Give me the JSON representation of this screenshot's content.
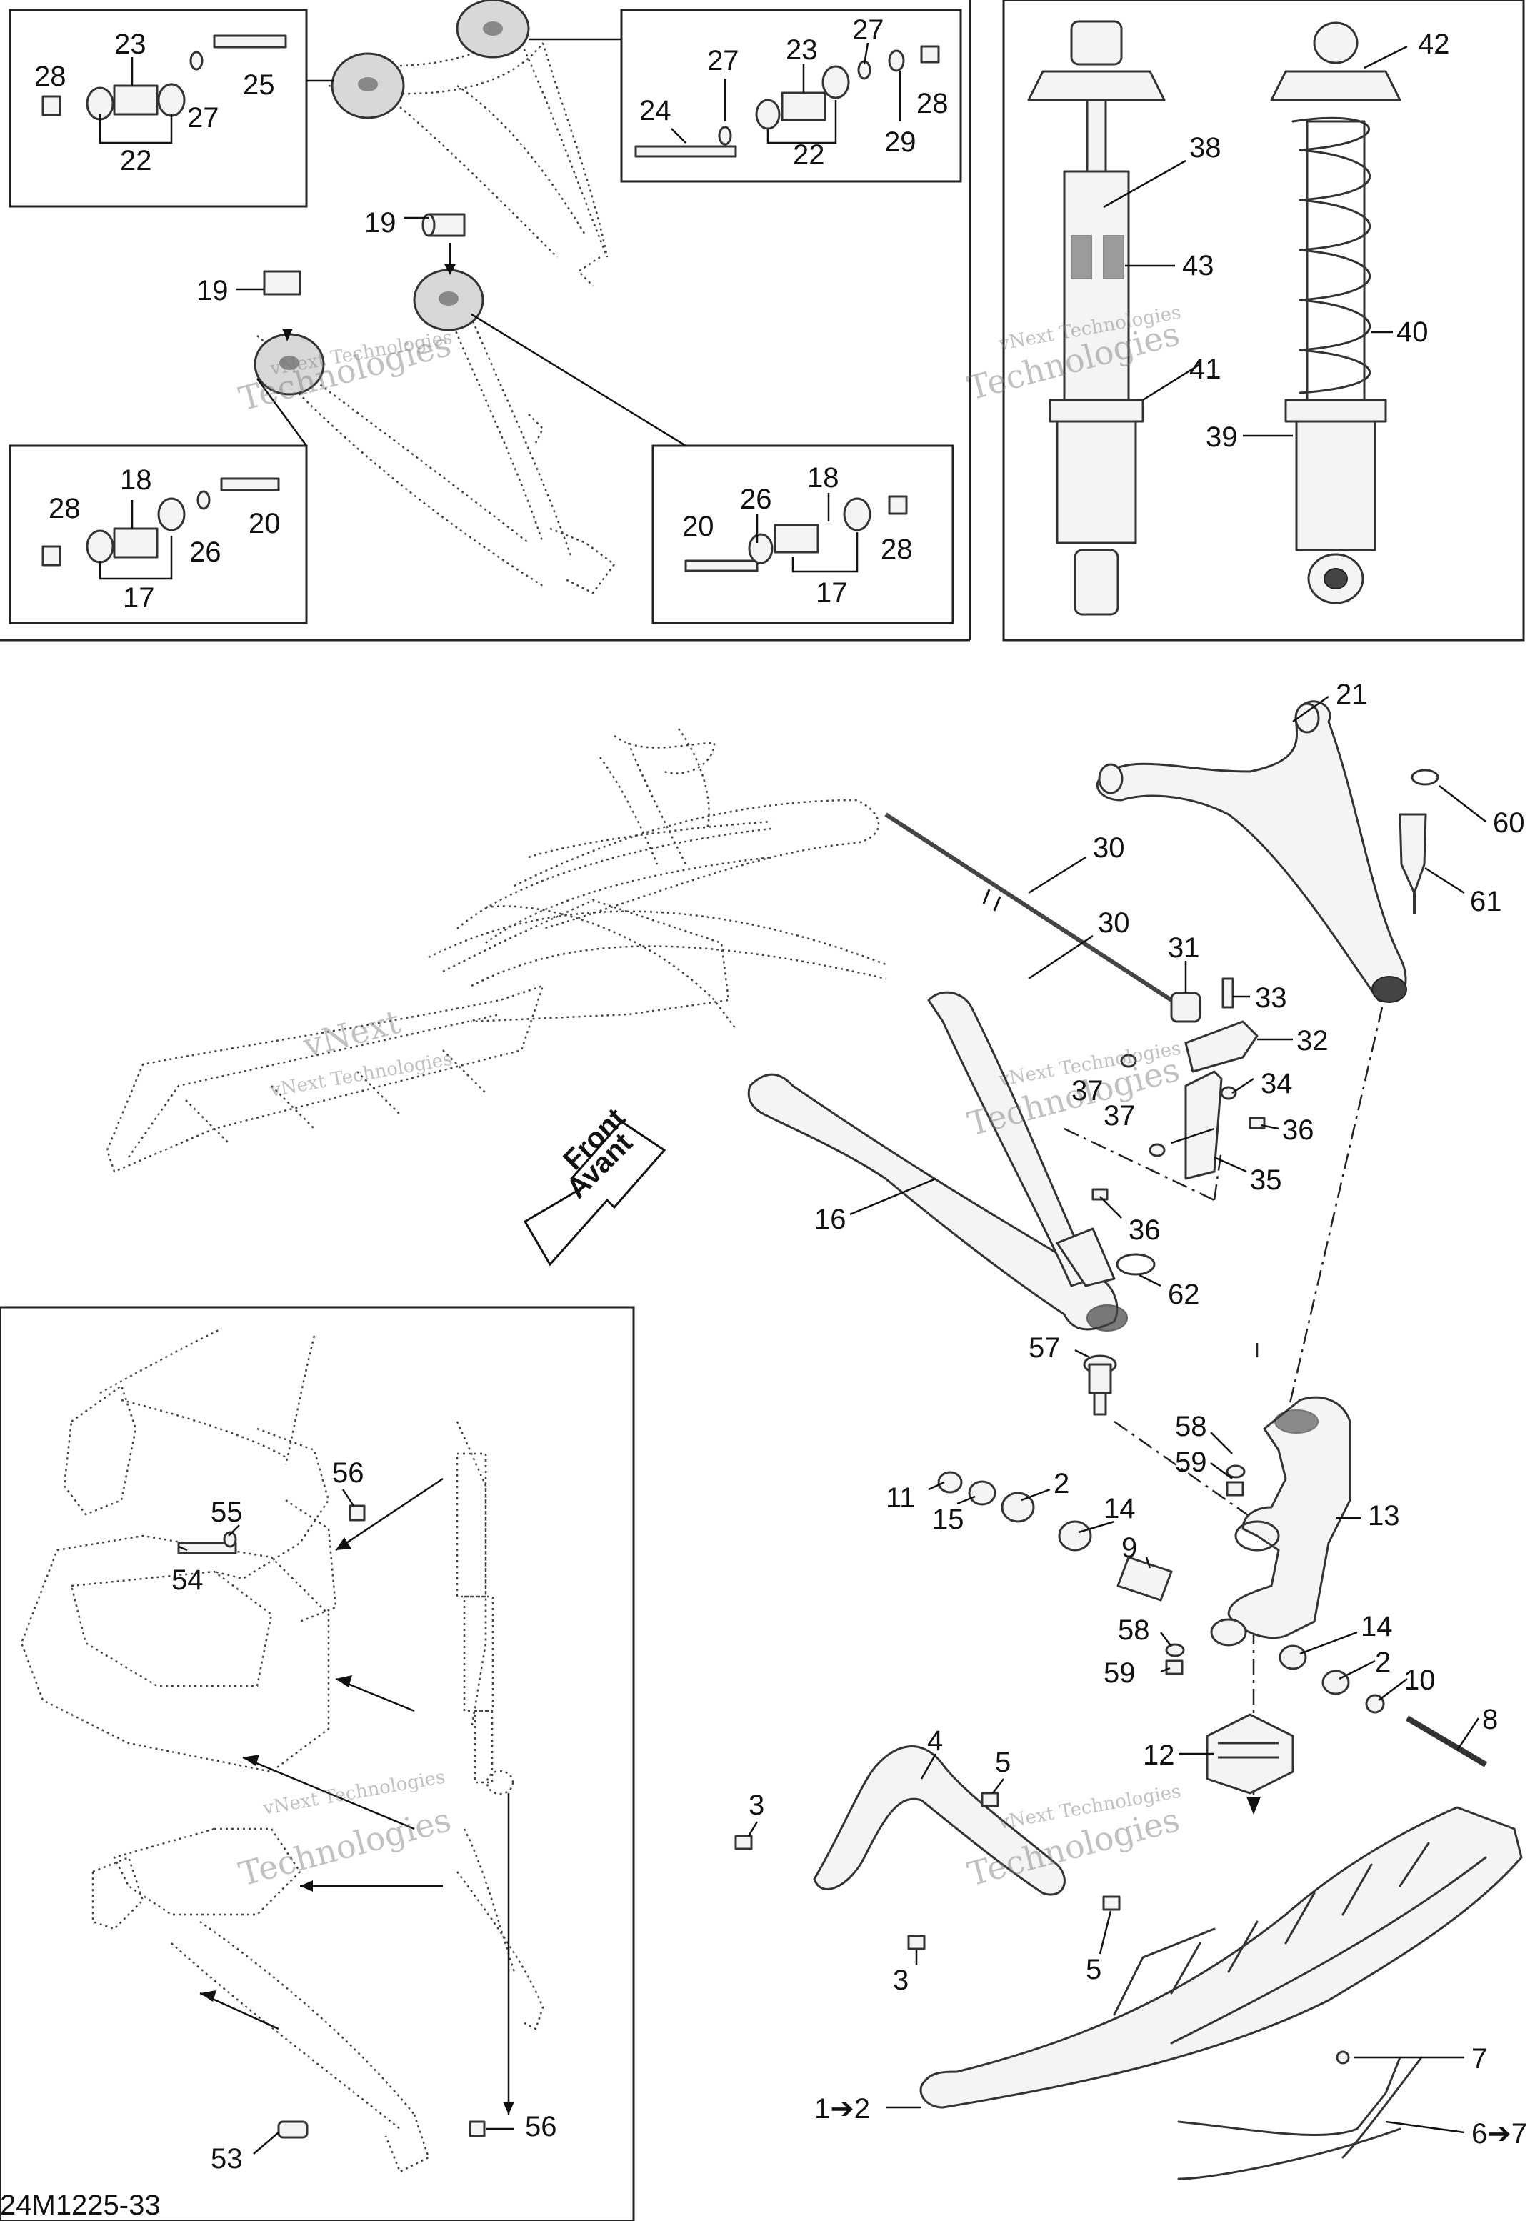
{
  "watermark": {
    "line1": "vNext Technologies",
    "line2a": "vNext",
    "line2b": "Technologies"
  },
  "figure_code": "24M1225-33",
  "front_sign": {
    "line1": "Front",
    "line2": "Avant"
  },
  "callouts": {
    "tl": [
      "28",
      "23",
      "25",
      "27",
      "22",
      "19",
      "19",
      "28",
      "18",
      "20",
      "26",
      "17"
    ],
    "tr": [
      "27",
      "23",
      "27",
      "24",
      "22",
      "29",
      "28",
      "20",
      "26",
      "18",
      "28",
      "17"
    ],
    "shock": [
      "42",
      "38",
      "43",
      "41",
      "40",
      "39"
    ],
    "main": [
      "21",
      "60",
      "61",
      "30",
      "30",
      "31",
      "33",
      "32",
      "37",
      "34",
      "37",
      "36",
      "35",
      "16",
      "36",
      "62",
      "57",
      "58",
      "59",
      "13",
      "11",
      "15",
      "2",
      "14",
      "9",
      "58",
      "59",
      "14",
      "2",
      "10",
      "8",
      "12",
      "4",
      "5",
      "3",
      "5",
      "3",
      "7",
      "1➔2",
      "6➔7"
    ],
    "inset": [
      "56",
      "55",
      "54",
      "53",
      "56"
    ]
  }
}
